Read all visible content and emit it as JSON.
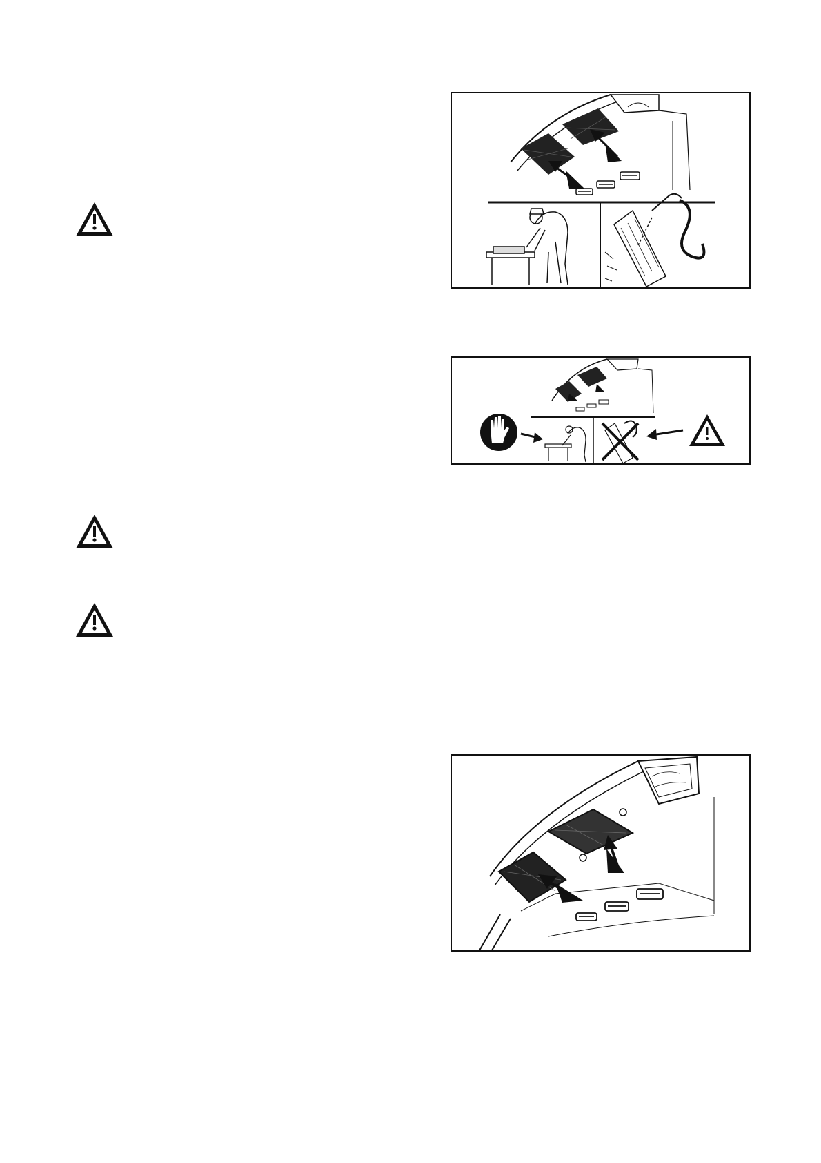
{
  "page": {
    "background": "#ffffff",
    "ink": "#111111"
  },
  "icons": {
    "warning": "warning-triangle-icon",
    "glove": "protective-glove-icon",
    "prohibited": "prohibited-cross-icon"
  },
  "figures": [
    {
      "id": "fig1",
      "subject": "cab-air-filters-removal-and-cleaning"
    },
    {
      "id": "fig2",
      "subject": "cab-air-filters-safety-precautions"
    },
    {
      "id": "fig3",
      "subject": "cab-air-filters-location"
    }
  ]
}
